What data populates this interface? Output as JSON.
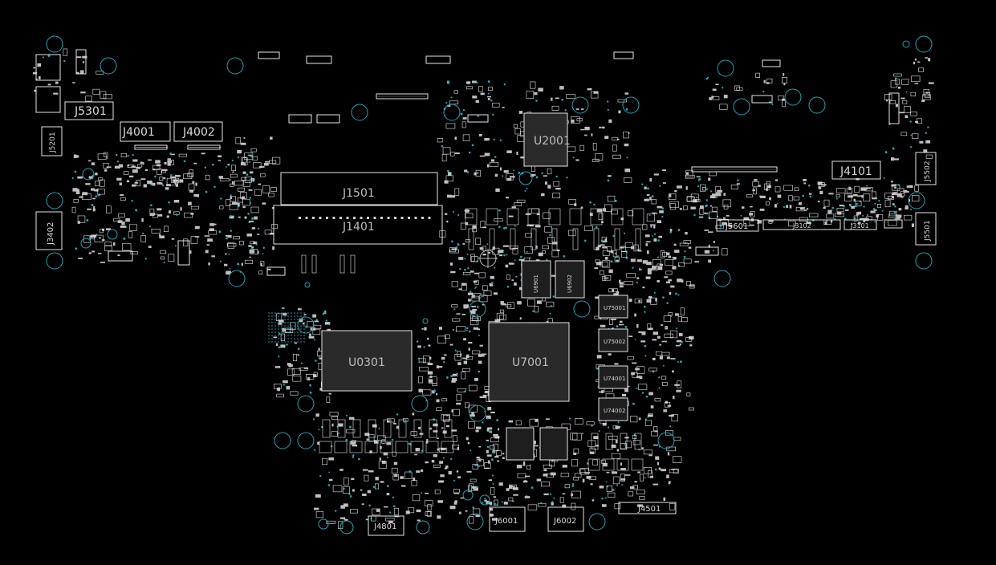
{
  "board_view": {
    "colors": {
      "background": "#000000",
      "outline": "#e6e6e6",
      "label": "#d8d8d8",
      "big_label": "#bdbdbd",
      "via": "#1aa6b7",
      "pad": "#bfbfbf",
      "chip_fill": "#2a2a2a"
    },
    "labels": {
      "U2001": "U2001",
      "U0301": "U0301",
      "U7001": "U7001",
      "J1501": "J1501",
      "J1401": "J1401",
      "J5301": "J5301",
      "J4001": "J4001",
      "J4002": "J4002",
      "J4101": "J4101",
      "J3402": "J3402",
      "J5201": "J5201",
      "J5502": "J5502",
      "J5501": "J5501",
      "J5601": "J5601",
      "J3102": "J3102",
      "J3101": "J3101",
      "J4501": "J4501",
      "J4801": "J4801",
      "J6001": "J6001",
      "J6002": "J6002",
      "U6901": "U6901",
      "U6902": "U6902",
      "U7500": "U75001",
      "U75002": "U75002",
      "U74001": "U74001",
      "U74002": "U74002"
    }
  }
}
